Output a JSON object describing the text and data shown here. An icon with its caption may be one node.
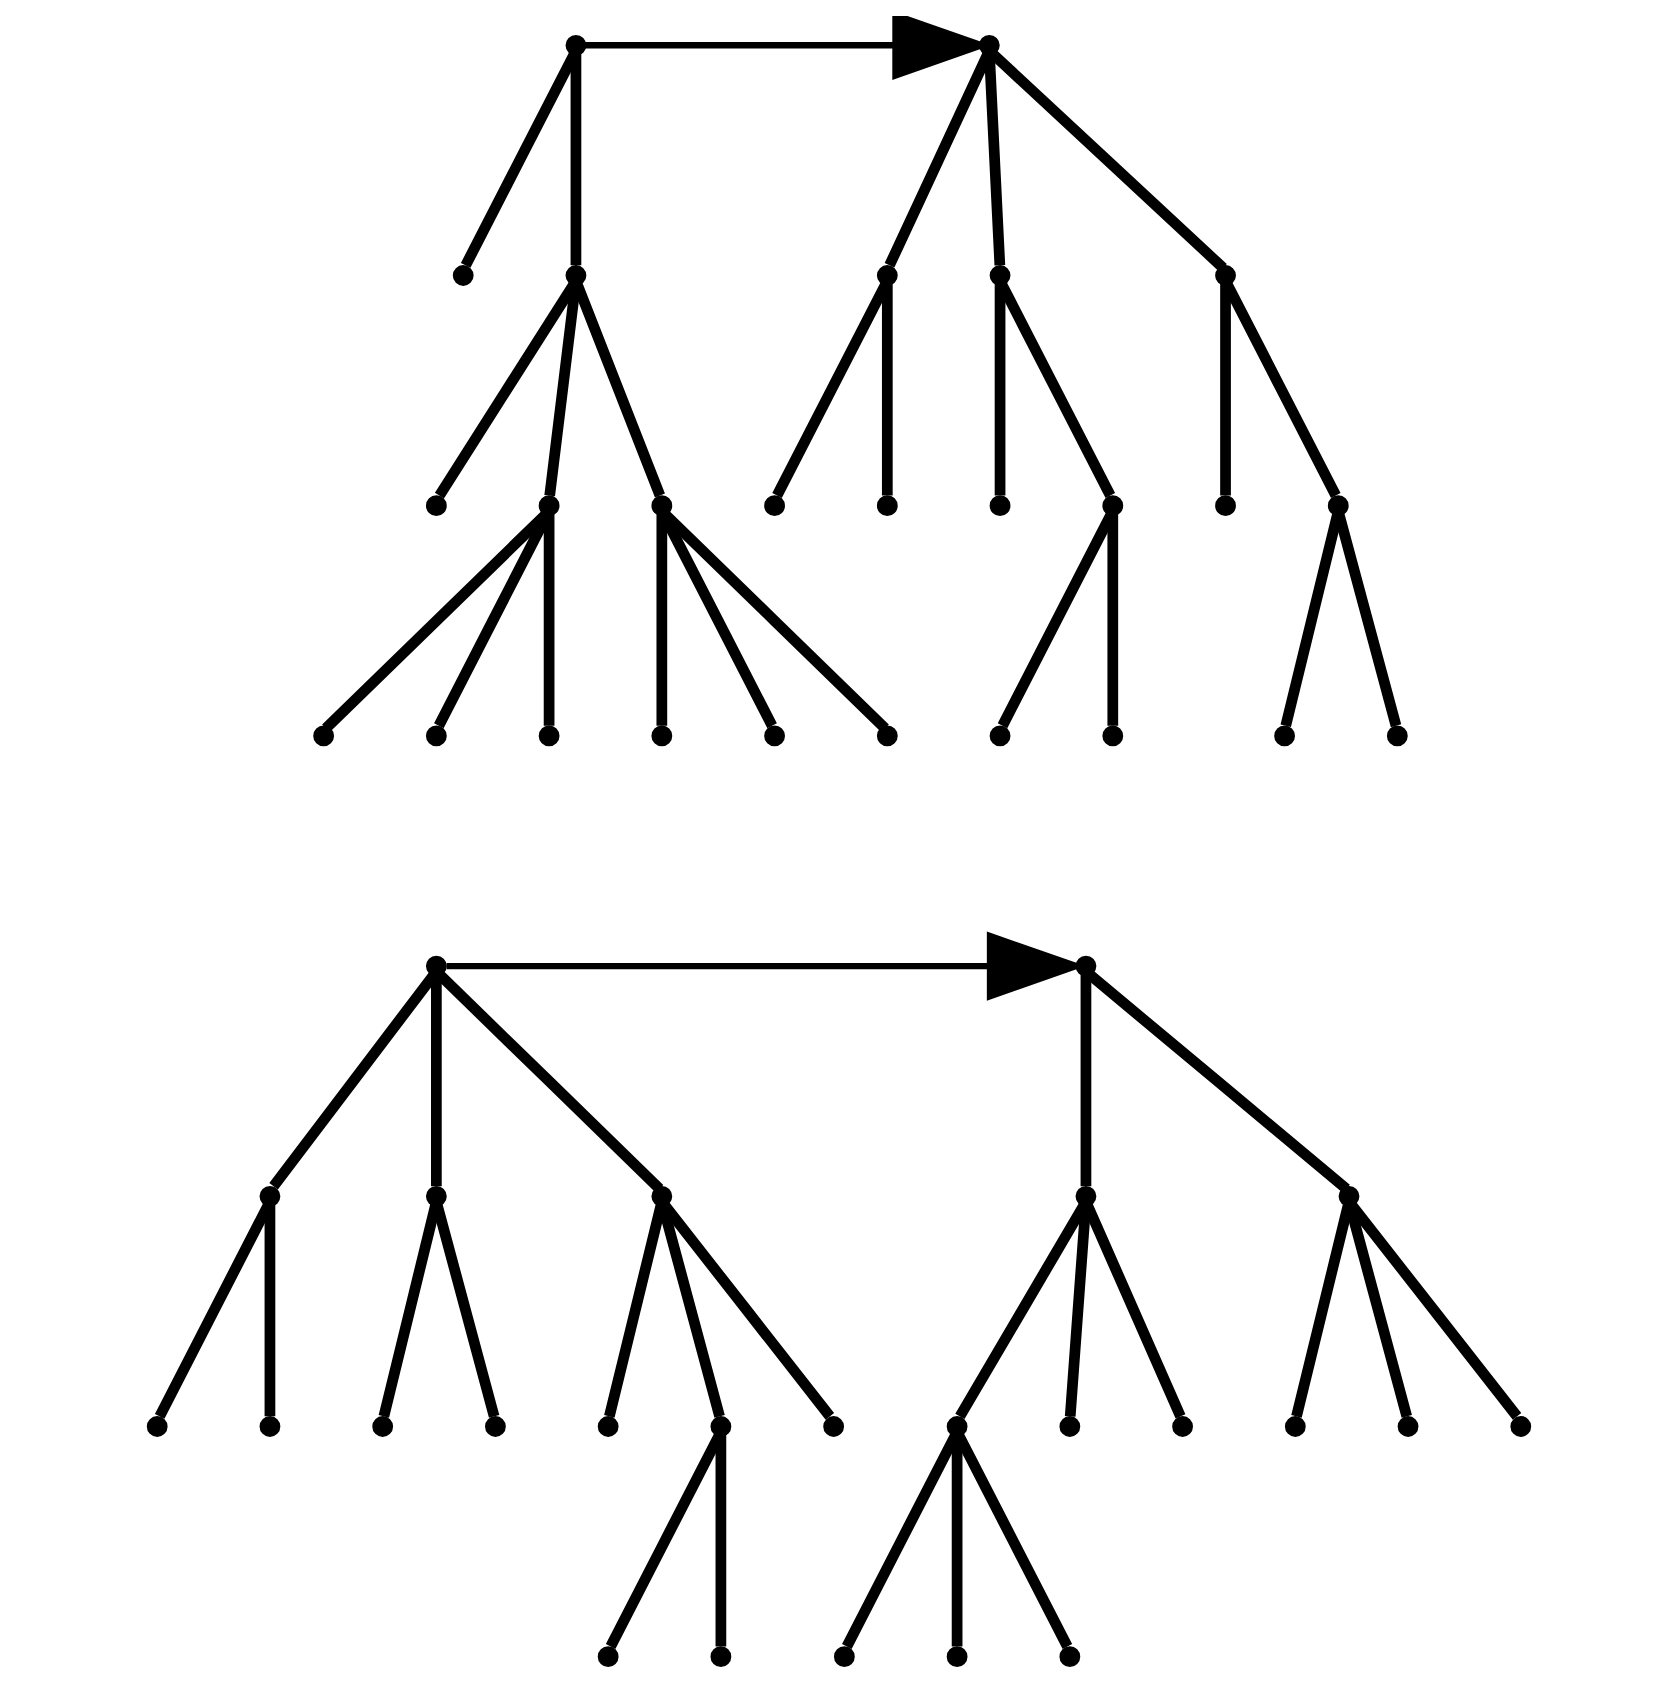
{
  "diagram": {
    "nodes": [
      {
        "text": [],
        "shape": "point"
      },
      {
        "text": [],
        "shape": "point"
      },
      {
        "text": [],
        "shape": "point"
      },
      {
        "text": [],
        "shape": "point"
      },
      {
        "text": [],
        "shape": "point"
      },
      {
        "text": [],
        "shape": "point"
      },
      {
        "text": [],
        "shape": "point"
      },
      {
        "text": [],
        "shape": "point"
      },
      {
        "text": [],
        "shape": "point"
      },
      {
        "text": [],
        "shape": "point"
      },
      {
        "text": [],
        "shape": "point"
      },
      {
        "text": [],
        "shape": "point"
      },
      {
        "text": [],
        "shape": "point"
      },
      {
        "text": [],
        "shape": "point"
      },
      {
        "text": [],
        "shape": "point"
      },
      {
        "text": [],
        "shape": "point"
      },
      {
        "text": [],
        "shape": "point"
      },
      {
        "text": [],
        "shape": "point"
      },
      {
        "text": [],
        "shape": "point"
      },
      {
        "text": [],
        "shape": "point"
      },
      {
        "text": [],
        "shape": "point"
      },
      {
        "text": [],
        "shape": "point"
      },
      {
        "text": [],
        "shape": "point"
      },
      {
        "text": [],
        "shape": "point"
      },
      {
        "text": [],
        "shape": "point"
      },
      {
        "text": [],
        "shape": "point"
      },
      {
        "text": [],
        "shape": "point"
      },
      {
        "text": [],
        "shape": "point"
      },
      {
        "text": [],
        "shape": "point"
      },
      {
        "text": [],
        "shape": "point"
      },
      {
        "text": [],
        "shape": "point"
      },
      {
        "text": [],
        "shape": "point"
      },
      {
        "text": [],
        "shape": "point"
      },
      {
        "text": [],
        "shape": "point"
      },
      {
        "text": [],
        "shape": "point"
      },
      {
        "text": [],
        "shape": "point"
      },
      {
        "text": [],
        "shape": "point"
      },
      {
        "text": [],
        "shape": "point"
      },
      {
        "text": [],
        "shape": "point"
      },
      {
        "text": [],
        "shape": "point"
      },
      {
        "text": [],
        "shape": "point"
      },
      {
        "text": [],
        "shape": "point"
      },
      {
        "text": [],
        "shape": "point"
      },
      {
        "text": [],
        "shape": "point"
      },
      {
        "text": [],
        "shape": "point"
      },
      {
        "text": [],
        "shape": "point"
      },
      {
        "text": [],
        "shape": "point"
      },
      {
        "text": [],
        "shape": "point"
      },
      {
        "text": [],
        "shape": "point"
      },
      {
        "text": [],
        "shape": "point"
      },
      {
        "text": [],
        "shape": "point"
      }
    ],
    "edges": [
      {
        "from": 0,
        "to": 1,
        "arrow": "none"
      },
      {
        "from": 0,
        "to": 2,
        "arrow": "none"
      },
      {
        "from": 2,
        "to": 3,
        "arrow": "none"
      },
      {
        "from": 2,
        "to": 4,
        "arrow": "none"
      },
      {
        "from": 2,
        "to": 5,
        "arrow": "none"
      },
      {
        "from": 4,
        "to": 6,
        "arrow": "none"
      },
      {
        "from": 4,
        "to": 7,
        "arrow": "none"
      },
      {
        "from": 4,
        "to": 8,
        "arrow": "none"
      },
      {
        "from": 5,
        "to": 9,
        "arrow": "none"
      },
      {
        "from": 5,
        "to": 10,
        "arrow": "none"
      },
      {
        "from": 5,
        "to": 11,
        "arrow": "none"
      },
      {
        "from": 0,
        "to": 12,
        "arrow": "to"
      },
      {
        "from": 12,
        "to": 13,
        "arrow": "none"
      },
      {
        "from": 12,
        "to": 14,
        "arrow": "none"
      },
      {
        "from": 12,
        "to": 15,
        "arrow": "none"
      },
      {
        "from": 13,
        "to": 16,
        "arrow": "none"
      },
      {
        "from": 13,
        "to": 17,
        "arrow": "none"
      },
      {
        "from": 14,
        "to": 18,
        "arrow": "none"
      },
      {
        "from": 14,
        "to": 19,
        "arrow": "none"
      },
      {
        "from": 15,
        "to": 20,
        "arrow": "none"
      },
      {
        "from": 15,
        "to": 21,
        "arrow": "none"
      },
      {
        "from": 19,
        "to": 22,
        "arrow": "none"
      },
      {
        "from": 19,
        "to": 23,
        "arrow": "none"
      },
      {
        "from": 21,
        "to": 24,
        "arrow": "none"
      },
      {
        "from": 21,
        "to": 25,
        "arrow": "none"
      },
      {
        "from": 26,
        "to": 27,
        "arrow": "none"
      },
      {
        "from": 26,
        "to": 28,
        "arrow": "none"
      },
      {
        "from": 26,
        "to": 29,
        "arrow": "none"
      },
      {
        "from": 27,
        "to": 30,
        "arrow": "none"
      },
      {
        "from": 27,
        "to": 31,
        "arrow": "none"
      },
      {
        "from": 28,
        "to": 32,
        "arrow": "none"
      },
      {
        "from": 28,
        "to": 33,
        "arrow": "none"
      },
      {
        "from": 29,
        "to": 34,
        "arrow": "none"
      },
      {
        "from": 29,
        "to": 35,
        "arrow": "none"
      },
      {
        "from": 29,
        "to": 36,
        "arrow": "none"
      },
      {
        "from": 35,
        "to": 37,
        "arrow": "none"
      },
      {
        "from": 35,
        "to": 38,
        "arrow": "none"
      },
      {
        "from": 26,
        "to": 39,
        "arrow": "to"
      },
      {
        "from": 39,
        "to": 40,
        "arrow": "none"
      },
      {
        "from": 39,
        "to": 41,
        "arrow": "none"
      },
      {
        "from": 40,
        "to": 42,
        "arrow": "none"
      },
      {
        "from": 40,
        "to": 43,
        "arrow": "none"
      },
      {
        "from": 40,
        "to": 44,
        "arrow": "none"
      },
      {
        "from": 41,
        "to": 45,
        "arrow": "none"
      },
      {
        "from": 41,
        "to": 46,
        "arrow": "none"
      },
      {
        "from": 41,
        "to": 47,
        "arrow": "none"
      },
      {
        "from": 42,
        "to": 48,
        "arrow": "none"
      },
      {
        "from": 42,
        "to": 49,
        "arrow": "none"
      },
      {
        "from": 42,
        "to": 50,
        "arrow": "none"
      }
    ]
  }
}
